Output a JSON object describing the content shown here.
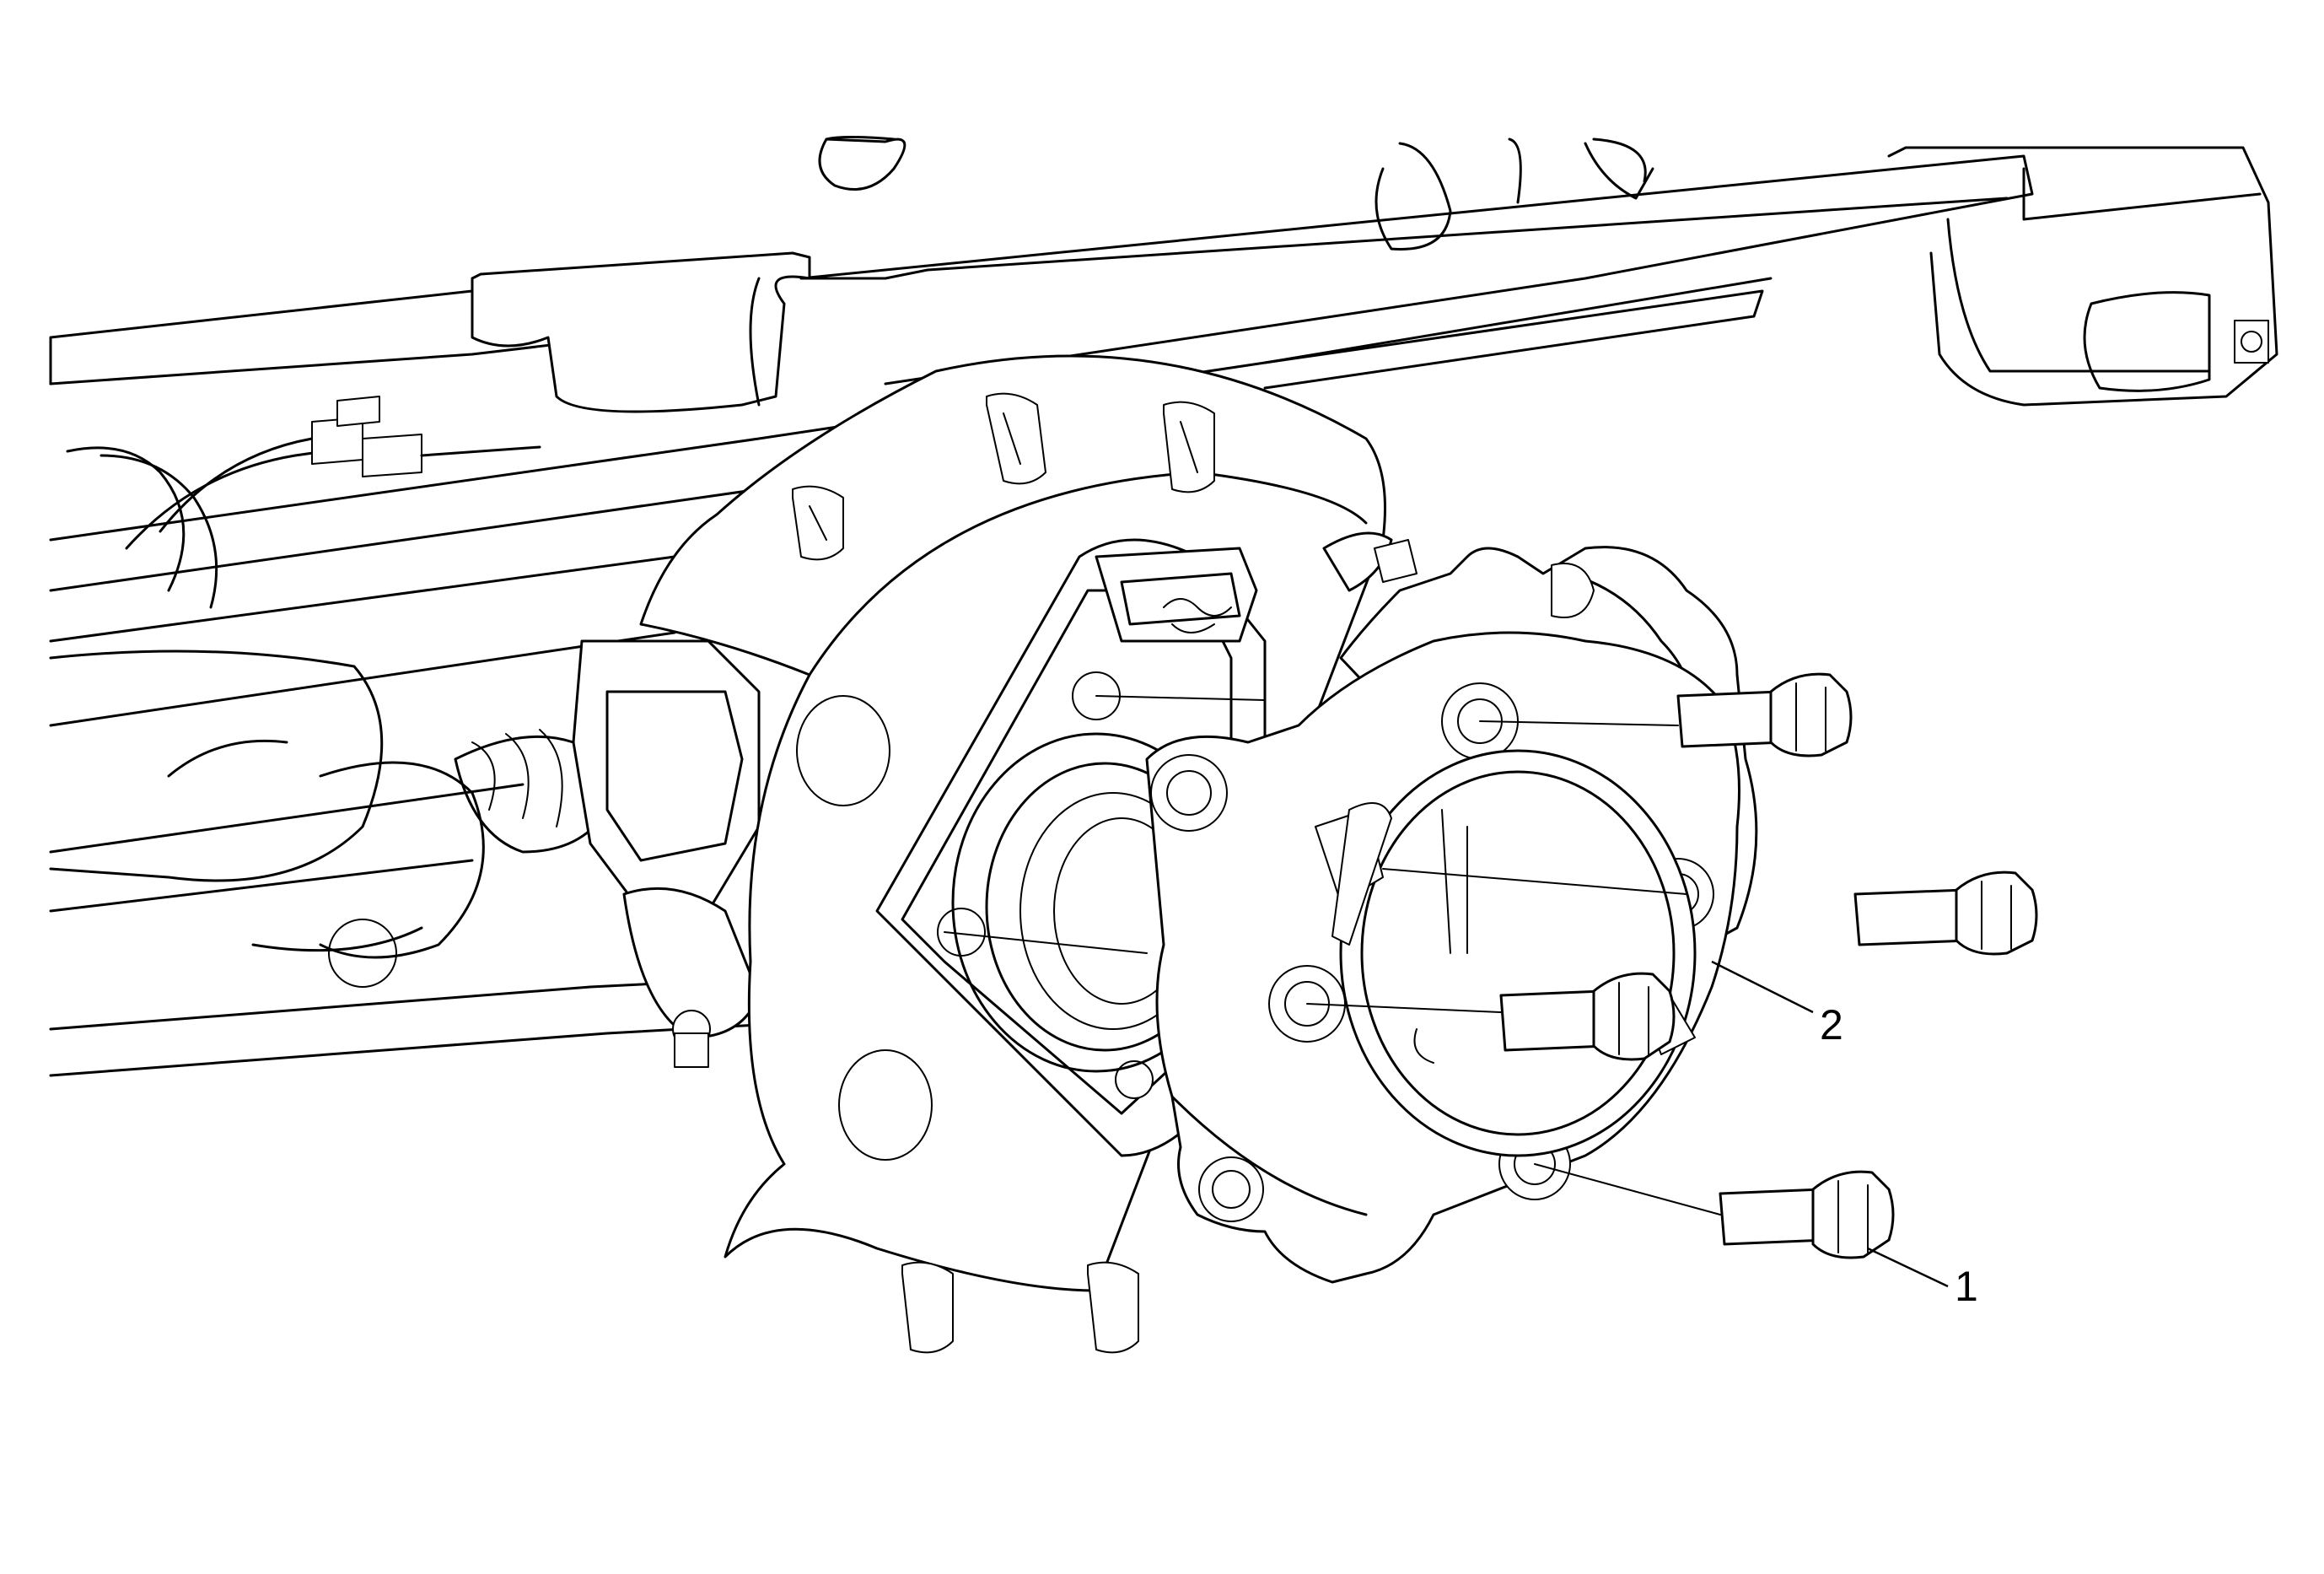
{
  "callouts": [
    {
      "label": "1",
      "part": "bolt"
    },
    {
      "label": "2",
      "part": "bearing-hub"
    }
  ],
  "colors": {
    "line": "#000000",
    "background": "#ffffff"
  }
}
